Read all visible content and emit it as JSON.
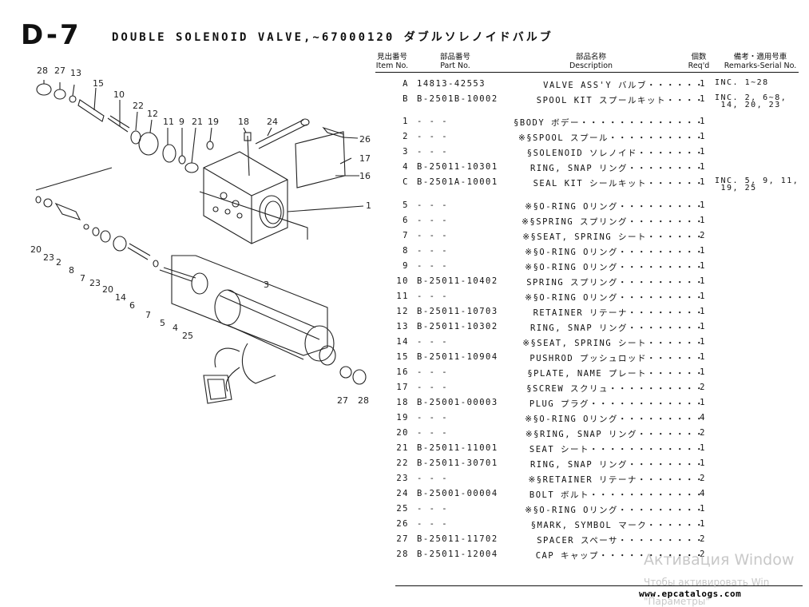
{
  "header": {
    "code": "D-7",
    "title": "DOUBLE SOLENOID VALVE,~67000120 ダブルソレノイドバルブ"
  },
  "columns": {
    "item": [
      "見出番号",
      "Item No."
    ],
    "part": [
      "部品番号",
      "Part No."
    ],
    "desc": [
      "部品名称",
      "Description"
    ],
    "qty": [
      "個数",
      "Req'd"
    ],
    "rem": [
      "備考・適用号車",
      "Remarks-Serial No."
    ]
  },
  "rows": [
    {
      "item": "A",
      "part": "14813-42553",
      "desc": "VALVE ASS'Y バルブ・・・・・・",
      "qty": "1",
      "remarks": "INC. 1~28"
    },
    {
      "item": "B",
      "part": "B-2501B-10002",
      "desc": "SPOOL KIT スプールキット・・・・",
      "qty": "1",
      "remarks": "INC. 2, 6~8,\n 14, 20, 23"
    },
    {
      "item": "1",
      "part": "- - -",
      "desc": "§BODY ボデー・・・・・・・・・・・・・",
      "qty": "1",
      "remarks": ""
    },
    {
      "item": "2",
      "part": "- - -",
      "desc": "※§SPOOL スプール・・・・・・・・・・",
      "qty": "1",
      "remarks": ""
    },
    {
      "item": "3",
      "part": "- - -",
      "desc": "§SOLENOID ソレノイド・・・・・・・",
      "qty": "1",
      "remarks": ""
    },
    {
      "item": "4",
      "part": "B-25011-10301",
      "desc": "RING, SNAP リング・・・・・・・・",
      "qty": "1",
      "remarks": ""
    },
    {
      "item": "C",
      "part": "B-2501A-10001",
      "desc": "SEAL KIT シールキット・・・・・・",
      "qty": "1",
      "remarks": "INC. 5, 9, 11,\n 19, 25"
    },
    {
      "item": "5",
      "part": "- - -",
      "desc": "※§O-RING Oリング・・・・・・・・・",
      "qty": "1",
      "remarks": ""
    },
    {
      "item": "6",
      "part": "- - -",
      "desc": "※§SPRING スプリング・・・・・・・・",
      "qty": "1",
      "remarks": ""
    },
    {
      "item": "7",
      "part": "- - -",
      "desc": "※§SEAT, SPRING シート・・・・・・",
      "qty": "2",
      "remarks": ""
    },
    {
      "item": "8",
      "part": "- - -",
      "desc": "※§O-RING Oリング・・・・・・・・・",
      "qty": "1",
      "remarks": ""
    },
    {
      "item": "9",
      "part": "- - -",
      "desc": "※§O-RING Oリング・・・・・・・・・",
      "qty": "1",
      "remarks": ""
    },
    {
      "item": "10",
      "part": "B-25011-10402",
      "desc": "SPRING スプリング・・・・・・・・・",
      "qty": "1",
      "remarks": ""
    },
    {
      "item": "11",
      "part": "- - -",
      "desc": "※§O-RING Oリング・・・・・・・・・",
      "qty": "1",
      "remarks": ""
    },
    {
      "item": "12",
      "part": "B-25011-10703",
      "desc": "RETAINER リテーナ・・・・・・・・",
      "qty": "1",
      "remarks": ""
    },
    {
      "item": "13",
      "part": "B-25011-10302",
      "desc": "RING, SNAP リング・・・・・・・・",
      "qty": "1",
      "remarks": ""
    },
    {
      "item": "14",
      "part": "- - -",
      "desc": "※§SEAT, SPRING シート・・・・・・",
      "qty": "1",
      "remarks": ""
    },
    {
      "item": "15",
      "part": "B-25011-10904",
      "desc": "PUSHROD プッシュロッド・・・・・・",
      "qty": "1",
      "remarks": ""
    },
    {
      "item": "16",
      "part": "- - -",
      "desc": "§PLATE, NAME プレート・・・・・・",
      "qty": "1",
      "remarks": ""
    },
    {
      "item": "17",
      "part": "- - -",
      "desc": "§SCREW スクリュ・・・・・・・・・・",
      "qty": "2",
      "remarks": ""
    },
    {
      "item": "18",
      "part": "B-25001-00003",
      "desc": "PLUG プラグ・・・・・・・・・・・・",
      "qty": "1",
      "remarks": ""
    },
    {
      "item": "19",
      "part": "- - -",
      "desc": "※§O-RING Oリング・・・・・・・・・",
      "qty": "4",
      "remarks": ""
    },
    {
      "item": "20",
      "part": "- - -",
      "desc": "※§RING, SNAP リング・・・・・・・",
      "qty": "2",
      "remarks": ""
    },
    {
      "item": "21",
      "part": "B-25011-11001",
      "desc": "SEAT シート・・・・・・・・・・・・",
      "qty": "1",
      "remarks": ""
    },
    {
      "item": "22",
      "part": "B-25011-30701",
      "desc": "RING, SNAP リング・・・・・・・・",
      "qty": "1",
      "remarks": ""
    },
    {
      "item": "23",
      "part": "- - -",
      "desc": "※§RETAINER リテーナ・・・・・・・",
      "qty": "2",
      "remarks": ""
    },
    {
      "item": "24",
      "part": "B-25001-00004",
      "desc": "BOLT ボルト・・・・・・・・・・・・",
      "qty": "4",
      "remarks": ""
    },
    {
      "item": "25",
      "part": "- - -",
      "desc": "※§O-RING Oリング・・・・・・・・・",
      "qty": "1",
      "remarks": ""
    },
    {
      "item": "26",
      "part": "- - -",
      "desc": "§MARK, SYMBOL マーク・・・・・・",
      "qty": "1",
      "remarks": ""
    },
    {
      "item": "27",
      "part": "B-25011-11702",
      "desc": "SPACER スペーサ・・・・・・・・・",
      "qty": "2",
      "remarks": ""
    },
    {
      "item": "28",
      "part": "B-25011-12004",
      "desc": "CAP キャップ・・・・・・・・・・・",
      "qty": "2",
      "remarks": ""
    }
  ],
  "callouts": [
    "28",
    "27",
    "13",
    "15",
    "10",
    "22",
    "12",
    "11",
    "9",
    "21",
    "19",
    "18",
    "24",
    "26",
    "17",
    "16",
    "1",
    "20",
    "23",
    "2",
    "8",
    "7",
    "23",
    "20",
    "14",
    "6",
    "7",
    "5",
    "4",
    "25",
    "3",
    "27",
    "28"
  ],
  "watermark": {
    "line1": "Активация Window",
    "line2": "Чтобы активировать Win",
    "line3": "\"Параметры\""
  },
  "footer": {
    "site": "www.epcatalogs.com"
  }
}
